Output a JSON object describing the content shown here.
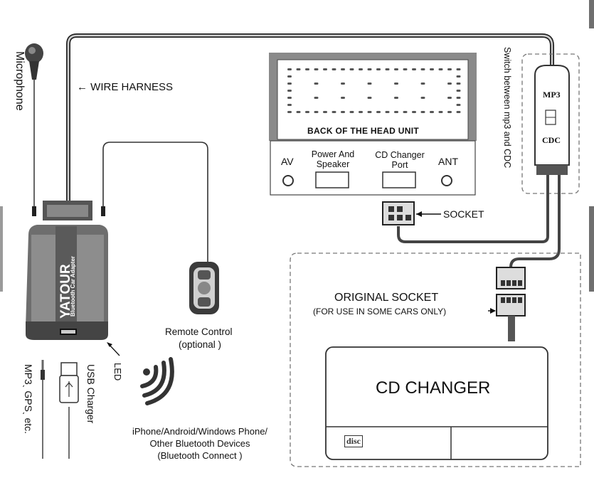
{
  "labels": {
    "microphone": "Microphone",
    "wire_harness": "WIRE HARNESS",
    "back_of_head_unit": "BACK OF THE HEAD UNIT",
    "av": "AV",
    "power_and_speaker_1": "Power And",
    "power_and_speaker_2": "Speaker",
    "cd_changer_port_1": "CD Changer",
    "cd_changer_port_2": "Port",
    "ant": "ANT",
    "switch_mp3": "MP3",
    "switch_cdc": "CDC",
    "switch_caption": "Switch between mp3 and CDC",
    "socket": "SOCKET",
    "original_socket": "ORIGINAL SOCKET",
    "original_socket_note": "(FOR USE IN SOME CARS ONLY)",
    "cd_changer": "CD CHANGER",
    "disc_logo": "disc",
    "remote_control": "Remote Control",
    "remote_optional": "(optional )",
    "led": "LED",
    "usb_charger": "USB Charger",
    "mp3_gps": "MP3ˎ GPSˎ etc.",
    "bluetooth_1": "iPhone/Android/Windows Phone/",
    "bluetooth_2": "Other Bluetooth Devices",
    "bluetooth_3": "(Bluetooth Connect )",
    "adapter_brand": "YATOUR",
    "adapter_subtitle": "Bluetooth Car Adapter"
  }
}
